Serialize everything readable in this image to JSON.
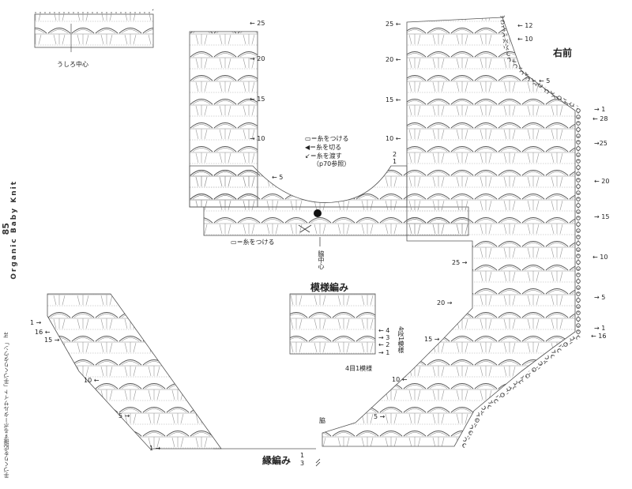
{
  "title_right_front": "右前",
  "title_pattern": "模様編み",
  "title_edging": "縁編み",
  "label_back_center": "うしろ中心",
  "label_side_center": "脇中心",
  "label_side": "脇",
  "legend": {
    "attach": "＝糸をつける",
    "cut": "＝糸を切る",
    "pass": "＝糸を渡す",
    "pass_ref": "（p70参照）",
    "attach_bottom": "＝糸をつける"
  },
  "repeat_note": {
    "rows": "4段1模様",
    "stitches": "4目1模様"
  },
  "side_brand": "Organic Baby Knit",
  "page_number": "85",
  "side_site_text": "手づくりを応援するポータルサイト「手づくりタウン」 http://www.tezukuritown.com",
  "back_row_numbers": [
    "25",
    "20",
    "15",
    "10",
    "5"
  ],
  "front_left_row_numbers": [
    "25",
    "20",
    "15",
    "10",
    "2",
    "1"
  ],
  "front_top_numbers": [
    "12",
    "10",
    "5"
  ],
  "front_right_numbers": [
    "1",
    "28",
    "25",
    "20",
    "15",
    "10",
    "5",
    "1",
    "16"
  ],
  "front_lower_numbers": [
    "25",
    "20",
    "15",
    "10",
    "5"
  ],
  "sleeve_numbers": [
    "1",
    "16",
    "15",
    "10",
    "5",
    "1"
  ],
  "pattern_rows": [
    "4",
    "3",
    "2",
    "1"
  ],
  "edging_rows": [
    "1",
    "3"
  ]
}
